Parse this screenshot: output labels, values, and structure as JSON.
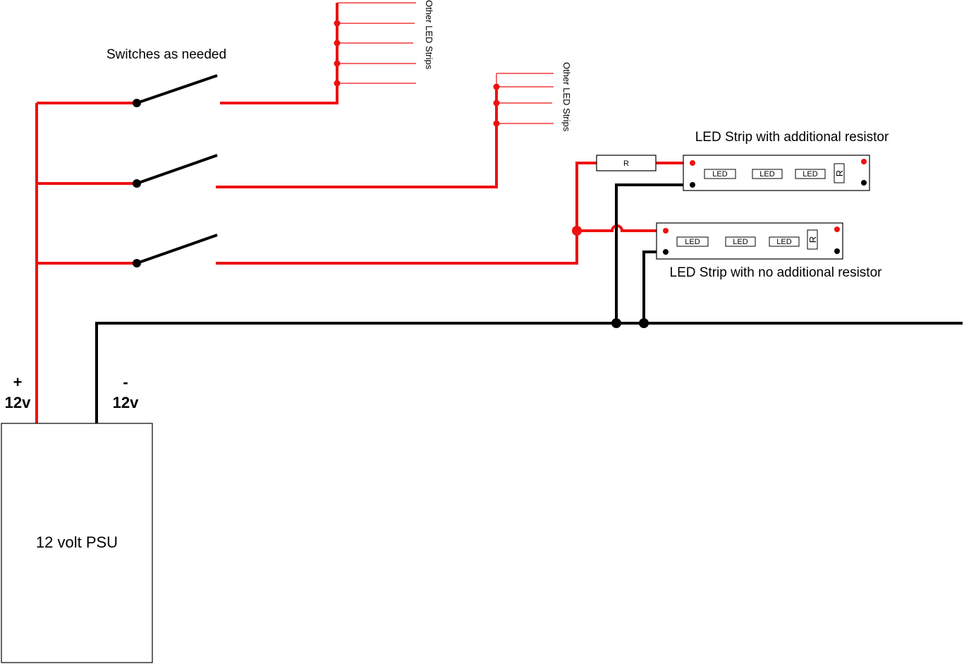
{
  "labels": {
    "switches": "Switches as needed",
    "other_strips_1": "Other LED Strips",
    "other_strips_2": "Other LED Strips",
    "strip_with_resistor": "LED Strip with additional resistor",
    "strip_no_resistor": "LED Strip with no additional resistor",
    "resistor": "R",
    "strip_resistor": "R",
    "led": "LED",
    "plus_sign": "+",
    "plus_voltage": "12v",
    "minus_sign": "-",
    "minus_voltage": "12v",
    "psu": "12 volt PSU"
  },
  "colors": {
    "positive_wire": "#ee1111",
    "negative_wire": "#000000",
    "strip_terminal_positive": "#ee1111",
    "strip_terminal_negative": "#000000"
  }
}
